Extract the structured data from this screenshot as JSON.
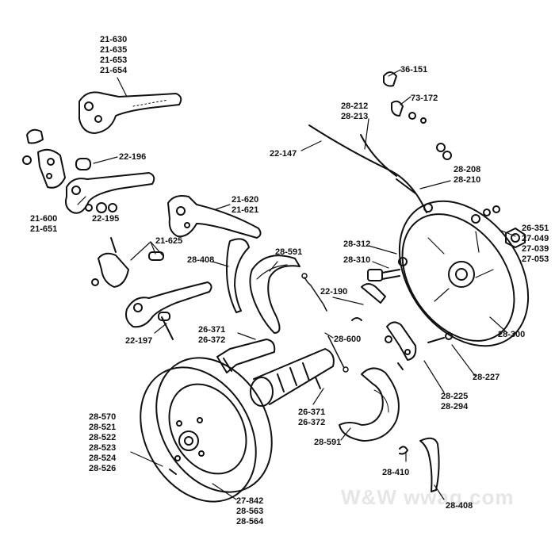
{
  "watermark": "W&W wwag.com",
  "labels": {
    "lever_top": [
      "21-630",
      "21-635",
      "21-653",
      "21-654"
    ],
    "p22_196": [
      "22-196"
    ],
    "p21_600": [
      "21-600",
      "21-651"
    ],
    "p22_195": [
      "22-195"
    ],
    "p21_620": [
      "21-620",
      "21-621"
    ],
    "p21_625": [
      "21-625"
    ],
    "p22_197": [
      "22-197"
    ],
    "p28_408a": [
      "28-408"
    ],
    "p28_591a": [
      "28-591"
    ],
    "p26_371a": [
      "26-371",
      "26-372"
    ],
    "p22_190": [
      "22-190"
    ],
    "p28_600": [
      "28-600"
    ],
    "p26_371b": [
      "26-371",
      "26-372"
    ],
    "p28_591b": [
      "28-591"
    ],
    "p28_570": [
      "28-570",
      "28-521",
      "28-522",
      "28-523",
      "28-524",
      "28-526"
    ],
    "p27_842": [
      "27-842",
      "28-563",
      "28-564"
    ],
    "p28_410": [
      "28-410"
    ],
    "p28_408b": [
      "28-408"
    ],
    "p36_151": [
      "36-151"
    ],
    "p73_172": [
      "73-172"
    ],
    "p28_212": [
      "28-212",
      "28-213"
    ],
    "p22_147": [
      "22-147"
    ],
    "p28_208": [
      "28-208",
      "28-210"
    ],
    "p26_351": [
      "26-351",
      "27-049",
      "27-039",
      "27-053"
    ],
    "p28_312": [
      "28-312"
    ],
    "p28_310": [
      "28-310"
    ],
    "p28_300": [
      "28-300"
    ],
    "p28_227": [
      "28-227"
    ],
    "p28_225": [
      "28-225",
      "28-294"
    ]
  }
}
